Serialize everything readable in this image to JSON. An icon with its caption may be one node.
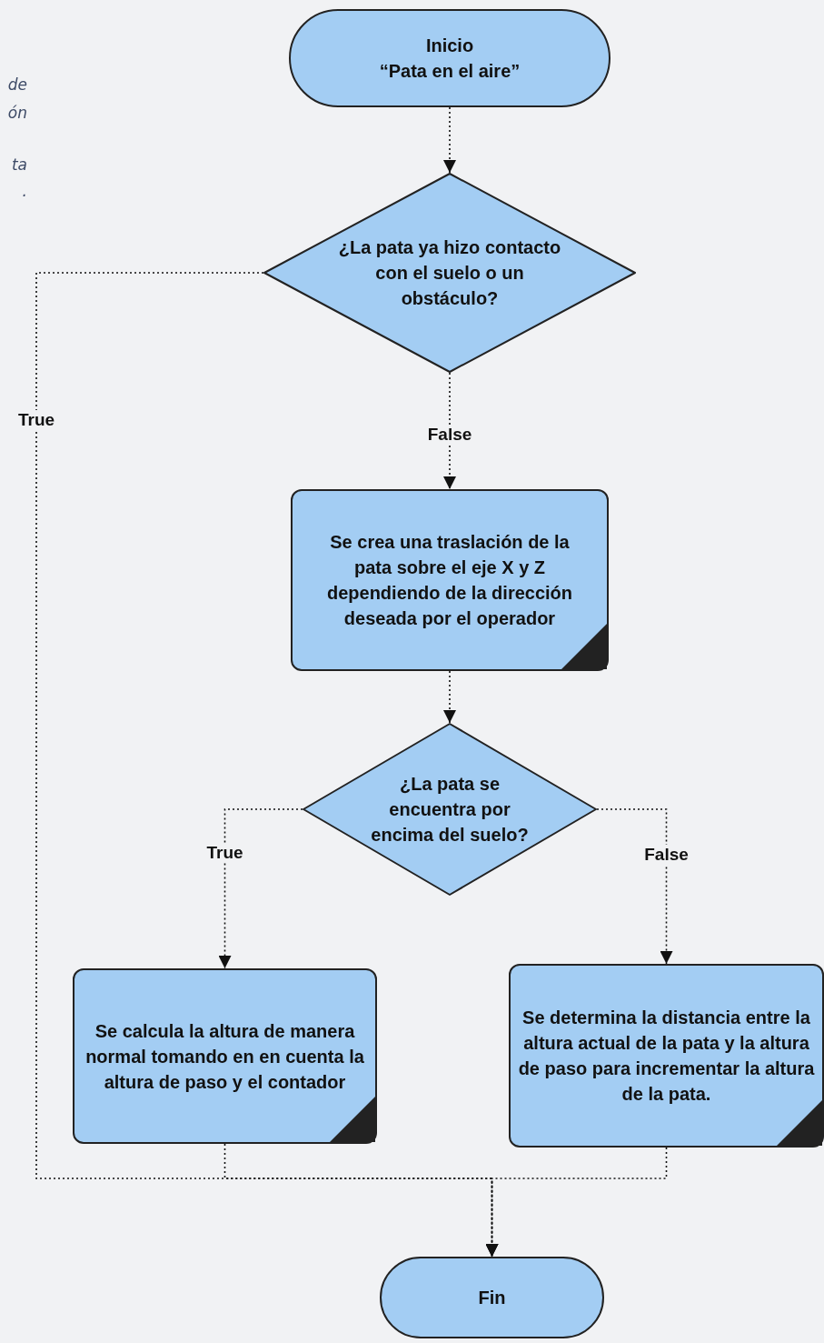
{
  "diagram": {
    "nodes": [
      {
        "text": [
          "Inicio",
          "“Pata en el aire”"
        ]
      },
      {
        "text": [
          "¿La pata ya hizo contacto con el suelo o un obstáculo?"
        ]
      },
      {
        "text": [
          "Se crea una traslación de la pata sobre el eje X y Z dependiendo de la dirección deseada por el operador"
        ]
      },
      {
        "text": [
          "¿La pata se encuentra por encima del suelo?"
        ]
      },
      {
        "text": [
          "Se calcula la altura de manera normal  tomando en en  cuenta la altura de paso y el contador"
        ]
      },
      {
        "text": [
          "Se determina la distancia entre la altura actual de la pata y la altura de paso para incrementar la altura de la pata."
        ]
      },
      {
        "text": [
          "Fin"
        ]
      }
    ],
    "edges": [
      {
        "from": 0,
        "to": 1,
        "arrow": "to",
        "style": "dashed"
      },
      {
        "from": 1,
        "to": 2,
        "arrow": "to",
        "label": "False",
        "style": "dashed"
      },
      {
        "from": 1,
        "to": 6,
        "arrow": "to",
        "label": "True",
        "style": "dashed"
      },
      {
        "from": 2,
        "to": 3,
        "arrow": "to",
        "style": "dashed"
      },
      {
        "from": 3,
        "to": 4,
        "arrow": "to",
        "label": "True",
        "style": "dashed"
      },
      {
        "from": 3,
        "to": 5,
        "arrow": "to",
        "label": "False",
        "style": "dashed"
      },
      {
        "from": 4,
        "to": 6,
        "arrow": "to",
        "style": "dashed"
      },
      {
        "from": 5,
        "to": 6,
        "arrow": "to",
        "style": "dashed"
      }
    ],
    "labels": [
      "de",
      "ón",
      "ta",
      "."
    ]
  }
}
